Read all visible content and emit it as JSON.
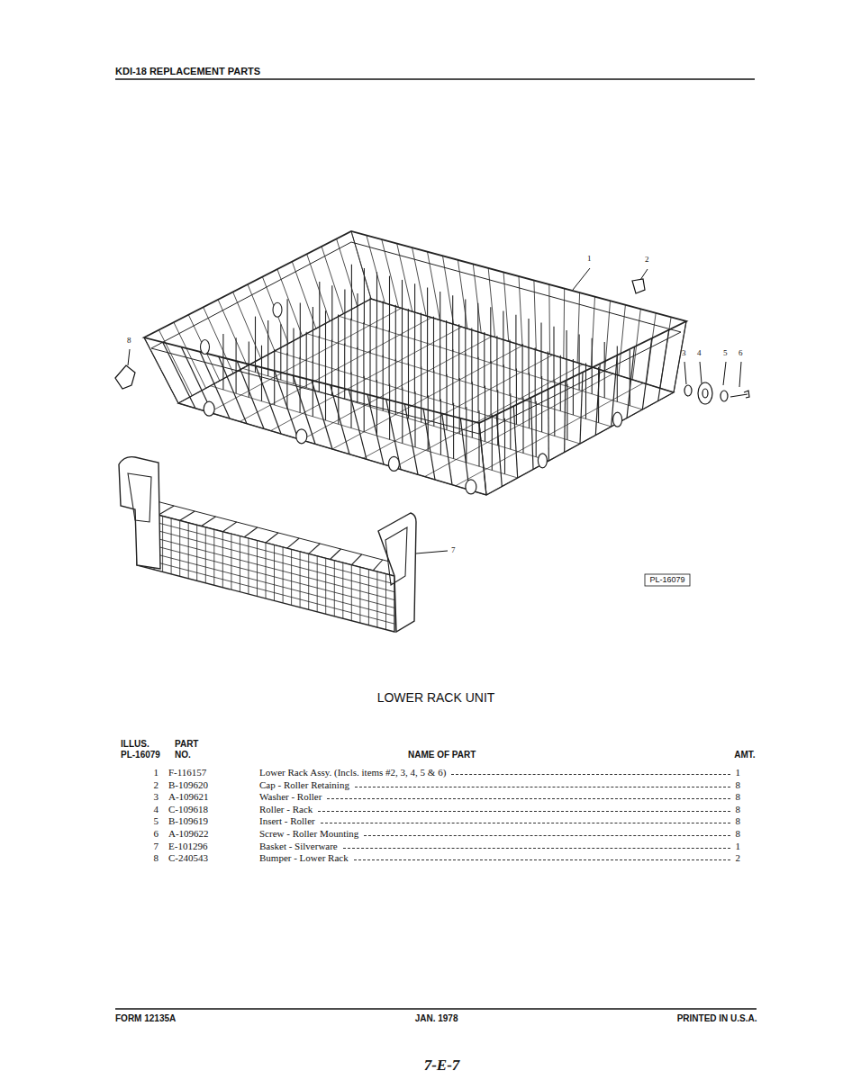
{
  "diagram": {
    "title": "KDI-18 REPLACEMENT PARTS",
    "caption": "LOWER RACK UNIT",
    "labels": [
      "1",
      "2",
      "3",
      "4",
      "5",
      "6",
      "8",
      "7",
      "PL-16079",
      "ILLUS.",
      "PART",
      "PL-16079",
      "NO.",
      "NAME OF PART",
      "AMT.",
      "1",
      "F-116157",
      "Lower Rack Assy. (Incls. items #2, 3, 4, 5 & 6)",
      "1",
      "2",
      "B-109620",
      "Cap - Roller Retaining",
      "8",
      "3",
      "A-109621",
      "Washer - Roller",
      "8",
      "4",
      "C-109618",
      "Roller - Rack",
      "8",
      "5",
      "B-109619",
      "Insert - Roller",
      "8",
      "6",
      "A-109622",
      "Screw - Roller Mounting",
      "8",
      "7",
      "E-101296",
      "Basket - Silverware",
      "1",
      "8",
      "C-240543",
      "Bumper - Lower Rack",
      "2",
      "FORM 12135A",
      "JAN. 1978",
      "PRINTED IN U.S.A.",
      "7-E-7"
    ]
  }
}
